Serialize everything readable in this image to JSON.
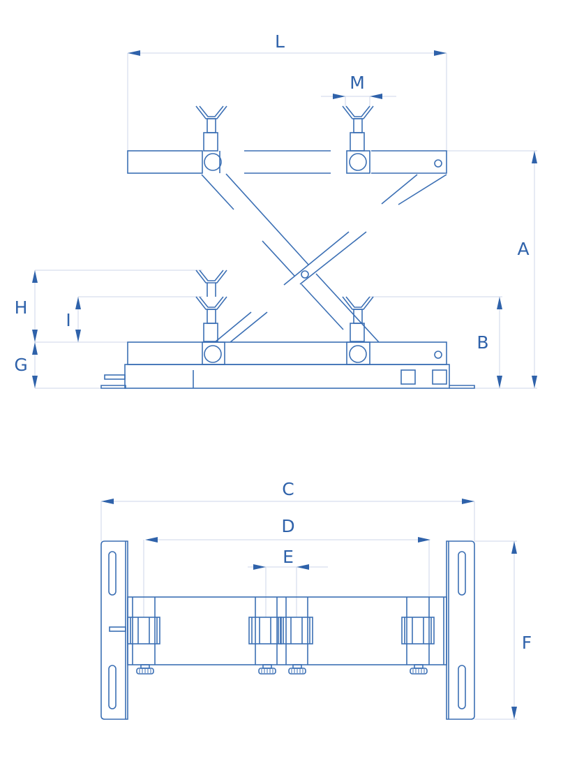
{
  "side_view": {
    "labels": {
      "L": "L",
      "M": "M",
      "A": "A",
      "B": "B",
      "H": "H",
      "I": "I",
      "G": "G"
    }
  },
  "front_view": {
    "labels": {
      "C": "C",
      "D": "D",
      "E": "E",
      "F": "F"
    }
  },
  "colors": {
    "line": "#3b6fb4",
    "dimension": "#cdd6ea",
    "label": "#2f62aa"
  }
}
